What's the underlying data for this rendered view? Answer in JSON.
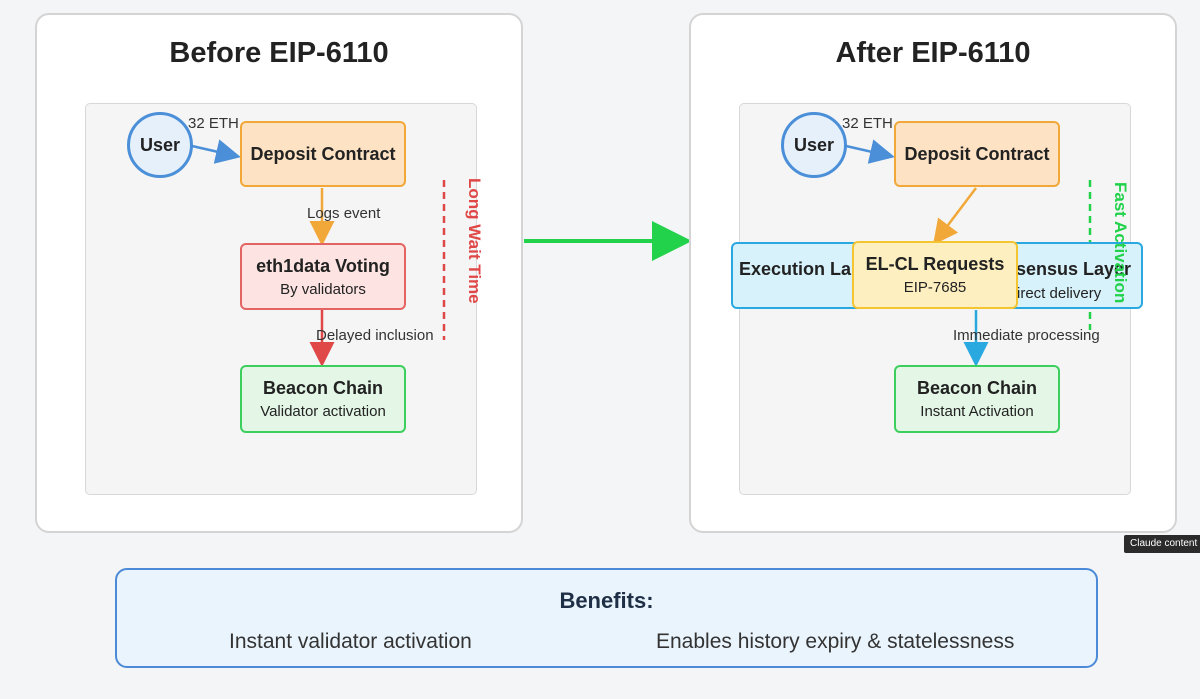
{
  "before": {
    "title": "Before EIP-6110",
    "user": "User",
    "amount": "32 ETH",
    "deposit": "Deposit Contract",
    "logs": "Logs event",
    "voting": {
      "title": "eth1data Voting",
      "sub": "By validators"
    },
    "delayed": "Delayed inclusion",
    "beacon": {
      "title": "Beacon Chain",
      "sub": "Validator activation"
    },
    "wait": "Long Wait Time"
  },
  "after": {
    "title": "After EIP-6110",
    "user": "User",
    "amount": "32 ETH",
    "deposit": "Deposit Contract",
    "execution_layer": "Execution La",
    "consensus_layer": "sensus Layer",
    "direct_delivery": "irect delivery",
    "requests": {
      "title": "EL-CL Requests",
      "sub": "EIP-7685"
    },
    "immediate": "Immediate processing",
    "beacon": {
      "title": "Beacon Chain",
      "sub": "Instant Activation"
    },
    "fast": "Fast Activation"
  },
  "benefits": {
    "title": "Benefits:",
    "items": [
      "Instant validator activation",
      "Enables history expiry & statelessness"
    ]
  },
  "tooltip": "Claude content",
  "colors": {
    "blue": "#4a8fd8",
    "orange": "#f2a838",
    "red": "#e04848",
    "green": "#22d24a",
    "cyan": "#29a9e0",
    "yellow": "#f5c531"
  }
}
